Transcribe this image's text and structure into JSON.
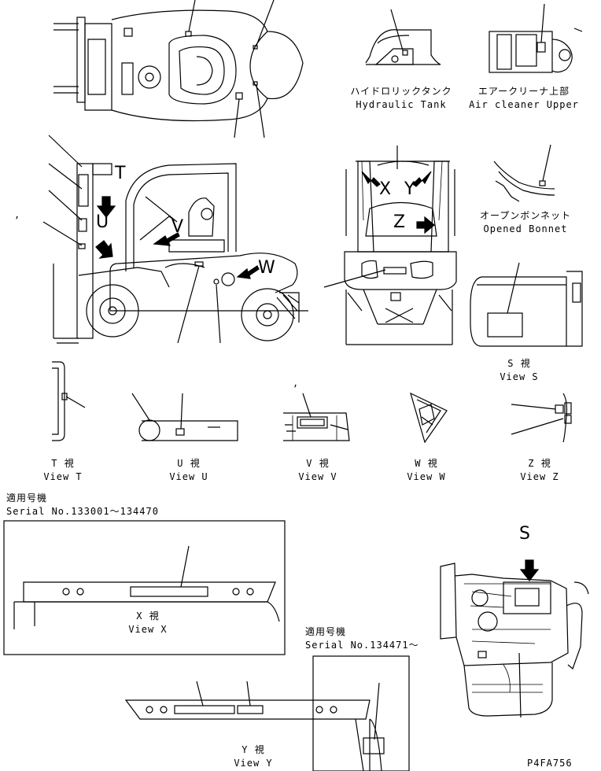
{
  "labels": {
    "hydraulic_tank_jp": "ハイドロリックタンク",
    "hydraulic_tank_en": "Hydraulic Tank",
    "air_cleaner_jp": "エアークリーナ上部",
    "air_cleaner_en": "Air cleaner Upper",
    "opened_bonnet_jp": "オープンボンネット",
    "opened_bonnet_en": "Opened Bonnet",
    "view_s_jp": "S 視",
    "view_s_en": "View S",
    "view_t_jp": "T 視",
    "view_t_en": "View T",
    "view_u_jp": "U 視",
    "view_u_en": "View U",
    "view_v_jp": "V 視",
    "view_v_en": "View V",
    "view_w_jp": "W 視",
    "view_w_en": "View W",
    "view_z_jp": "Z 視",
    "view_z_en": "View Z",
    "view_x_jp": "X 視",
    "view_x_en": "View X",
    "view_y_jp": "Y 視",
    "view_y_en": "View Y",
    "serial1_jp": "適用号機",
    "serial1_en": "Serial No.133001～134470",
    "serial2_jp": "適用号機",
    "serial2_en": "Serial No.134471～",
    "drawing_no": "P4FA756"
  },
  "view_letters": {
    "t": "T",
    "u": "U",
    "v": "V",
    "w": "W",
    "x": "X",
    "y": "Y",
    "z": "Z",
    "s": "S"
  },
  "marks": {
    "comma": ","
  }
}
